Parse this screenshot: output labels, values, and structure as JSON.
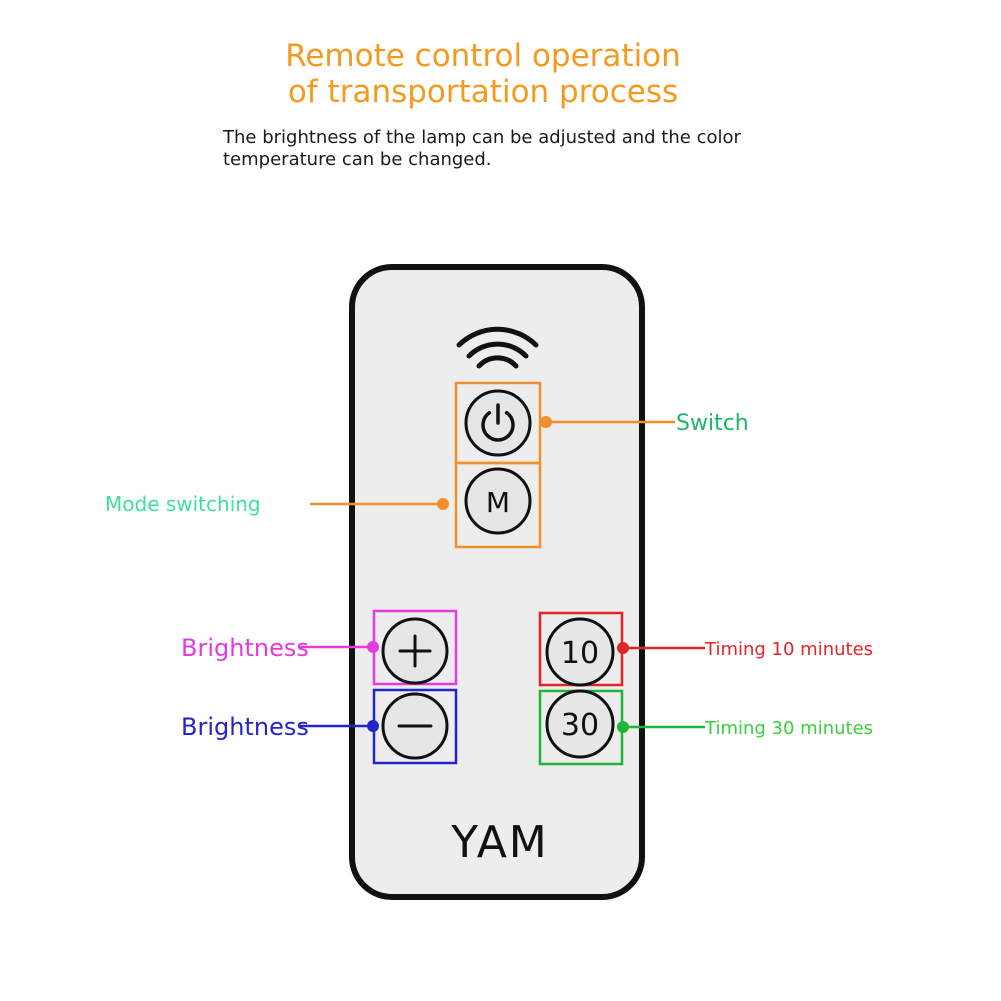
{
  "heading": {
    "line1": "Remote control operation",
    "line2": "of transportation process",
    "color": "#f39a1f"
  },
  "description": {
    "line1": "The brightness of the lamp can be adjusted and the color",
    "line2": "temperature can be changed."
  },
  "remote": {
    "brand": "YAM",
    "body_color": "#ededed",
    "outline_color": "#111111",
    "signal_icon": "wireless-signal-icon",
    "buttons": [
      {
        "id": "power",
        "icon": "power-icon",
        "text": "",
        "callout": "Switch",
        "box_color": "#f0902a",
        "label_color": "#1fb56a"
      },
      {
        "id": "mode",
        "icon": "",
        "text": "M",
        "callout": "Mode switching",
        "box_color": "#f0902a",
        "label_color": "#3fe09a"
      },
      {
        "id": "plus",
        "icon": "plus-icon",
        "text": "",
        "callout": "Brightness",
        "box_color": "#e43be0",
        "label_color": "#e43be0"
      },
      {
        "id": "minus",
        "icon": "minus-icon",
        "text": "",
        "callout": "Brightness",
        "box_color": "#2424c8",
        "label_color": "#2424c8"
      },
      {
        "id": "t10",
        "icon": "",
        "text": "10",
        "callout": "Timing 10 minutes",
        "box_color": "#e02525",
        "label_color": "#e02525"
      },
      {
        "id": "t30",
        "icon": "",
        "text": "30",
        "callout": "Timing 30 minutes",
        "box_color": "#1fb53a",
        "label_color": "#3ccf3c"
      }
    ]
  }
}
